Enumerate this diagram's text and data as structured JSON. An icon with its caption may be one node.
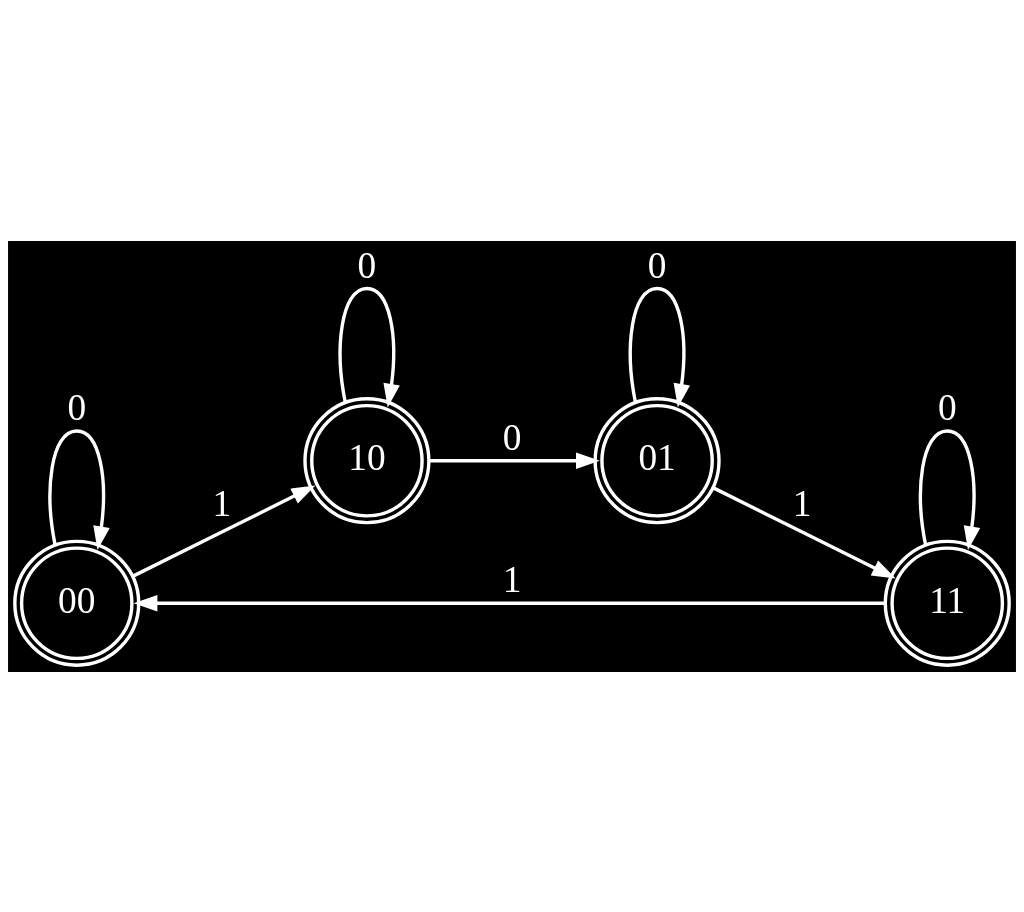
{
  "diagram": {
    "nodes": [
      {
        "text": [
          "00"
        ]
      },
      {
        "text": [
          "11"
        ]
      },
      {
        "text": [
          "10"
        ]
      },
      {
        "text": [
          "01"
        ]
      }
    ],
    "edges": [
      {
        "from": 0,
        "to": 0,
        "arrow": "to",
        "label": "0"
      },
      {
        "from": 1,
        "to": 0,
        "arrow": "to",
        "label": "1"
      },
      {
        "from": 1,
        "to": 1,
        "arrow": "to",
        "label": "0"
      },
      {
        "from": 0,
        "to": 2,
        "arrow": "to",
        "label": "1"
      },
      {
        "from": 2,
        "to": 2,
        "arrow": "to",
        "label": "0"
      },
      {
        "from": 3,
        "to": 1,
        "arrow": "to",
        "label": "1"
      },
      {
        "from": 2,
        "to": 3,
        "arrow": "to",
        "label": "0"
      },
      {
        "from": 3,
        "to": 3,
        "arrow": "to",
        "label": "0"
      }
    ]
  }
}
